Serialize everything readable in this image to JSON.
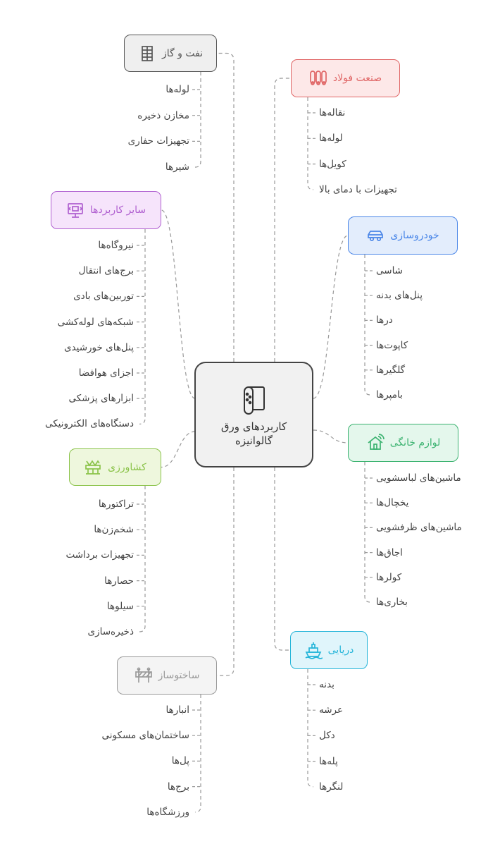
{
  "center": {
    "label_line1": "کاربردهای ورق",
    "label_line2": "گالوانیزه",
    "icon": "rolled-sheet-icon"
  },
  "branches": [
    {
      "id": "oil-gas",
      "label": "نفت و گاز",
      "icon": "oil-rig-icon",
      "color": "#555555",
      "fill": "#efefef",
      "items": [
        "لوله‌ها",
        "مخازن ذخیره",
        "تجهیزات حفاری",
        "شیرها"
      ]
    },
    {
      "id": "steel",
      "label": "صنعت فولاد",
      "icon": "steel-coils-icon",
      "color": "#e06666",
      "fill": "#fde8e8",
      "items": [
        "نقاله‌ها",
        "لوله‌ها",
        "کویل‌ها",
        "تجهیزات با دمای بالا"
      ]
    },
    {
      "id": "other",
      "label": "سایر کاربردها",
      "icon": "projector-icon",
      "color": "#b060d0",
      "fill": "#f6e4fb",
      "items": [
        "نیروگاه‌ها",
        "برج‌های انتقال",
        "توربین‌های بادی",
        "شبکه‌های لوله‌کشی",
        "پنل‌های خورشیدی",
        "اجزای هوافضا",
        "ابزارهای پزشکی",
        "دستگاه‌های الکترونیکی"
      ]
    },
    {
      "id": "auto",
      "label": "خودروسازی",
      "icon": "car-icon",
      "color": "#4a86e8",
      "fill": "#e3edfc",
      "items": [
        "شاسی",
        "پنل‌های بدنه",
        "درها",
        "کاپوت‌ها",
        "گلگیرها",
        "بامپرها"
      ]
    },
    {
      "id": "appliance",
      "label": "لوازم خانگی",
      "icon": "smart-home-icon",
      "color": "#3cb371",
      "fill": "#e4f7ec",
      "items": [
        "ماشین‌های لباسشویی",
        "یخچال‌ها",
        "ماشین‌های ظرفشویی",
        "اجاق‌ها",
        "کولرها",
        "بخاری‌ها"
      ]
    },
    {
      "id": "agri",
      "label": "کشاورزی",
      "icon": "tractor-icon",
      "color": "#8bc34a",
      "fill": "#eef7dd",
      "items": [
        "تراکتورها",
        "شخم‌زن‌ها",
        "تجهیزات برداشت",
        "حصارها",
        "سیلوها",
        "ذخیره‌سازی"
      ]
    },
    {
      "id": "marine",
      "label": "دریایی",
      "icon": "ship-icon",
      "color": "#26b5d9",
      "fill": "#e0f5fb",
      "items": [
        "بدنه",
        "عرشه",
        "دکل",
        "پله‌ها",
        "لنگرها"
      ]
    },
    {
      "id": "construction",
      "label": "ساختوساز",
      "icon": "barrier-icon",
      "color": "#9a9a9a",
      "fill": "#f4f4f4",
      "items": [
        "انبارها",
        "ساختمان‌های مسکونی",
        "پل‌ها",
        "برج‌ها",
        "ورزشگاه‌ها"
      ]
    }
  ]
}
